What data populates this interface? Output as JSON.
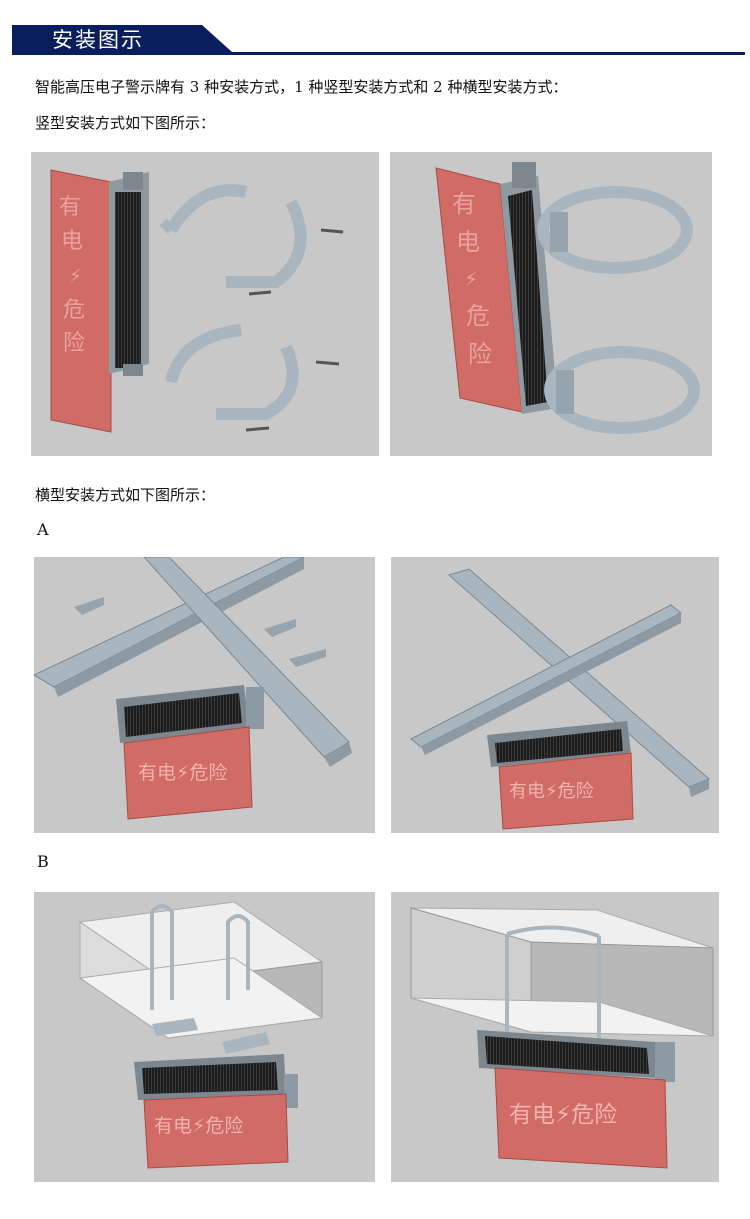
{
  "header": {
    "title": "安装图示"
  },
  "intro": {
    "line1": "智能高压电子警示牌有 3 种安装方式，1 种竖型安装方式和 2 种横型安装方式：",
    "line2": "竖型安装方式如下图所示："
  },
  "horizontal": {
    "heading": "横型安装方式如下图所示：",
    "label_a": "A",
    "label_b": "B"
  },
  "sign": {
    "text_1": "有电",
    "text_2": "危险",
    "text_full": "有电⚡危险",
    "text_left": "有电",
    "text_right": "危险"
  },
  "colors": {
    "brand_navy": "#0a1e5e",
    "sign_red": "#d46a66",
    "panel_gray": "#c8c8c8",
    "bracket_gray": "#a9b6bf"
  }
}
